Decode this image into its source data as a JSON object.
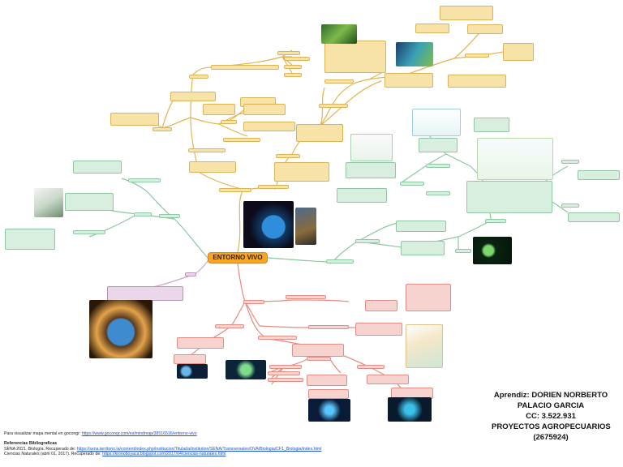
{
  "central": "ENTORNO VIVO",
  "author": {
    "line1": "Aprendiz: DORIEN NORBERTO",
    "line2": "PALACIO GARCIA",
    "line3": "CC: 3.522.931",
    "line4": "PROYECTOS AGROPECUARIOS",
    "line5": "(2675924)"
  },
  "footer": {
    "view_prefix": "Para visualizar mapa mental en gocongr:",
    "view_link": "https://www.goconqr.com/es/mindmap/38516516/entorno-vivo",
    "refs_title": "Referencias Bibliograficas",
    "ref1_prefix": "SENA 2021. Biología. Recuperado de:",
    "ref1_link": "https://sena.territorio.la/content/index.php/institucion/Titulada/institution/SENA/Transversales/OVA/Biologia/CF1_Biologia/index.html",
    "ref2_prefix": "Ciencias Naturales (abril 01, 2017). Recuperado de:",
    "ref2_link": "https://kronoboyaca.blogspot.com/2017/04/ciencias-naturales.html"
  },
  "colors": {
    "branch_yellow": "#e3b44f",
    "branch_green": "#8cc7a1",
    "branch_purple": "#c9a6c9",
    "branch_red": "#e58b80",
    "branch_blue": "#86b8d6",
    "central_fill": "#f5a623"
  }
}
